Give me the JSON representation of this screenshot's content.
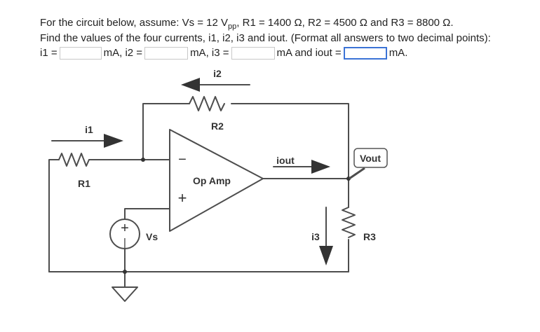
{
  "question": {
    "line1": {
      "prefix": "For the circuit below, assume:  Vs = 12 V",
      "vs_subscript": "pp",
      "suffix": ", R1 = 1400 Ω, R2 = 4500 Ω and R3 = 8800 Ω."
    },
    "line2": "Find the values of the four currents, i1, i2, i3 and iout. (Format all answers to two decimal points):",
    "answers": {
      "i1_label": "i1 =",
      "i1_unit": "mA,",
      "i2_label": "i2 =",
      "i2_unit": "mA,",
      "i3_label": "i3 =",
      "i3_unit": "mA and",
      "iout_label": "iout =",
      "iout_unit": "mA.",
      "i1_value": "",
      "i2_value": "",
      "i3_value": "",
      "iout_value": ""
    }
  },
  "circuit": {
    "i2_label": "i2",
    "r2_label": "R2",
    "i1_label": "i1",
    "r1_label": "R1",
    "opamp_label": "Op Amp",
    "minus_sign": "−",
    "plus_sign": "+",
    "iout_label": "iout",
    "vout_label": "Vout",
    "i3_label": "i3",
    "r3_label": "R3",
    "vs_label": "Vs",
    "source_plus": "+",
    "source_minus": "|"
  },
  "colors": {
    "wire": "#4d4d4d",
    "focus_border": "#3b73d6",
    "input_border": "#c8c8c8"
  }
}
